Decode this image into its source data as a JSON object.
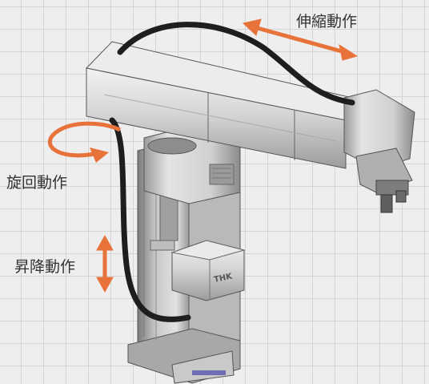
{
  "labels": {
    "telescopic": "伸縮動作",
    "rotation": "旋回動作",
    "lift": "昇降動作"
  },
  "colors": {
    "arrow": "#e8733a",
    "text": "#333333",
    "robot_body": "#d9d9d9",
    "robot_shadow": "#8c8c8c",
    "cable": "#1e1e1e"
  },
  "brand_mark": "THK"
}
